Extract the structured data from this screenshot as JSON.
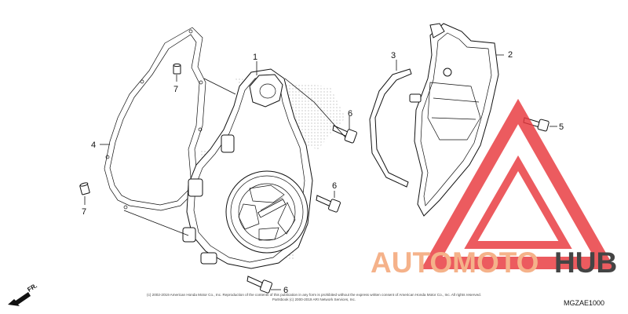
{
  "callouts": {
    "c1": "1",
    "c2": "2",
    "c3": "3",
    "c4": "4",
    "c5": "5",
    "c6a": "6",
    "c6b": "6",
    "c6c": "6",
    "c7a": "7",
    "c7b": "7"
  },
  "direction_label": "FR.",
  "diagram_code": "MGZAE1000",
  "copyright_line1": "(c) 2002-2019 American Honda Motor Co., Inc. Reproduction of the contents of this publication in any form is prohibited without the express written consent of American Honda Motor Co., Inc. All rights reserved.",
  "copyright_line2": "Partsbook (c) 2000-2019 ARI Network Services, Inc.",
  "watermark": {
    "part_a": "AUTOMOTO",
    "part_b": "HUB",
    "color_a": "#f5b28a",
    "color_b": "#444444",
    "logo_color": "#e8383d"
  }
}
